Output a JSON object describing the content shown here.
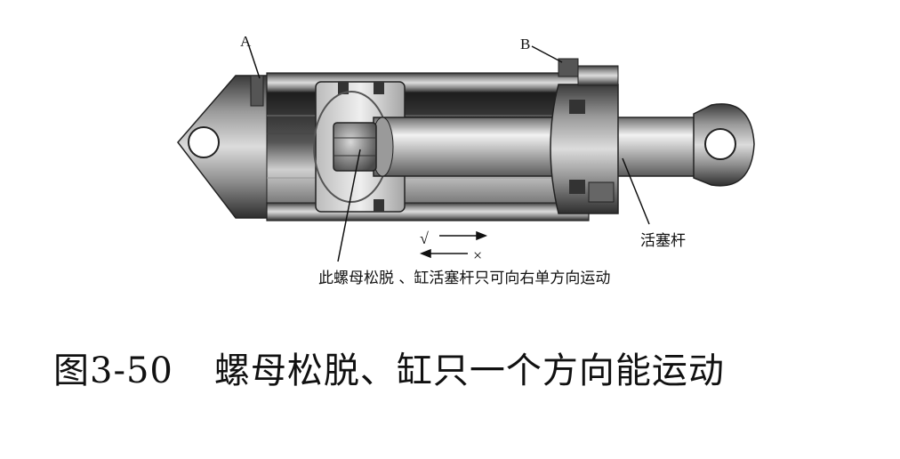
{
  "labels": {
    "a": "A",
    "b": "B",
    "rod": "活塞杆",
    "check": "√",
    "cross": "×",
    "note": "此螺母松脱 、缸活塞杆只可向右单方向运动"
  },
  "caption": {
    "number": "图3-50",
    "text": "螺母松脱、缸只一个方向能运动"
  },
  "colors": {
    "ink": "#111111",
    "metal_dark": "#2a2a2a",
    "metal_light": "#e6e6e6"
  }
}
